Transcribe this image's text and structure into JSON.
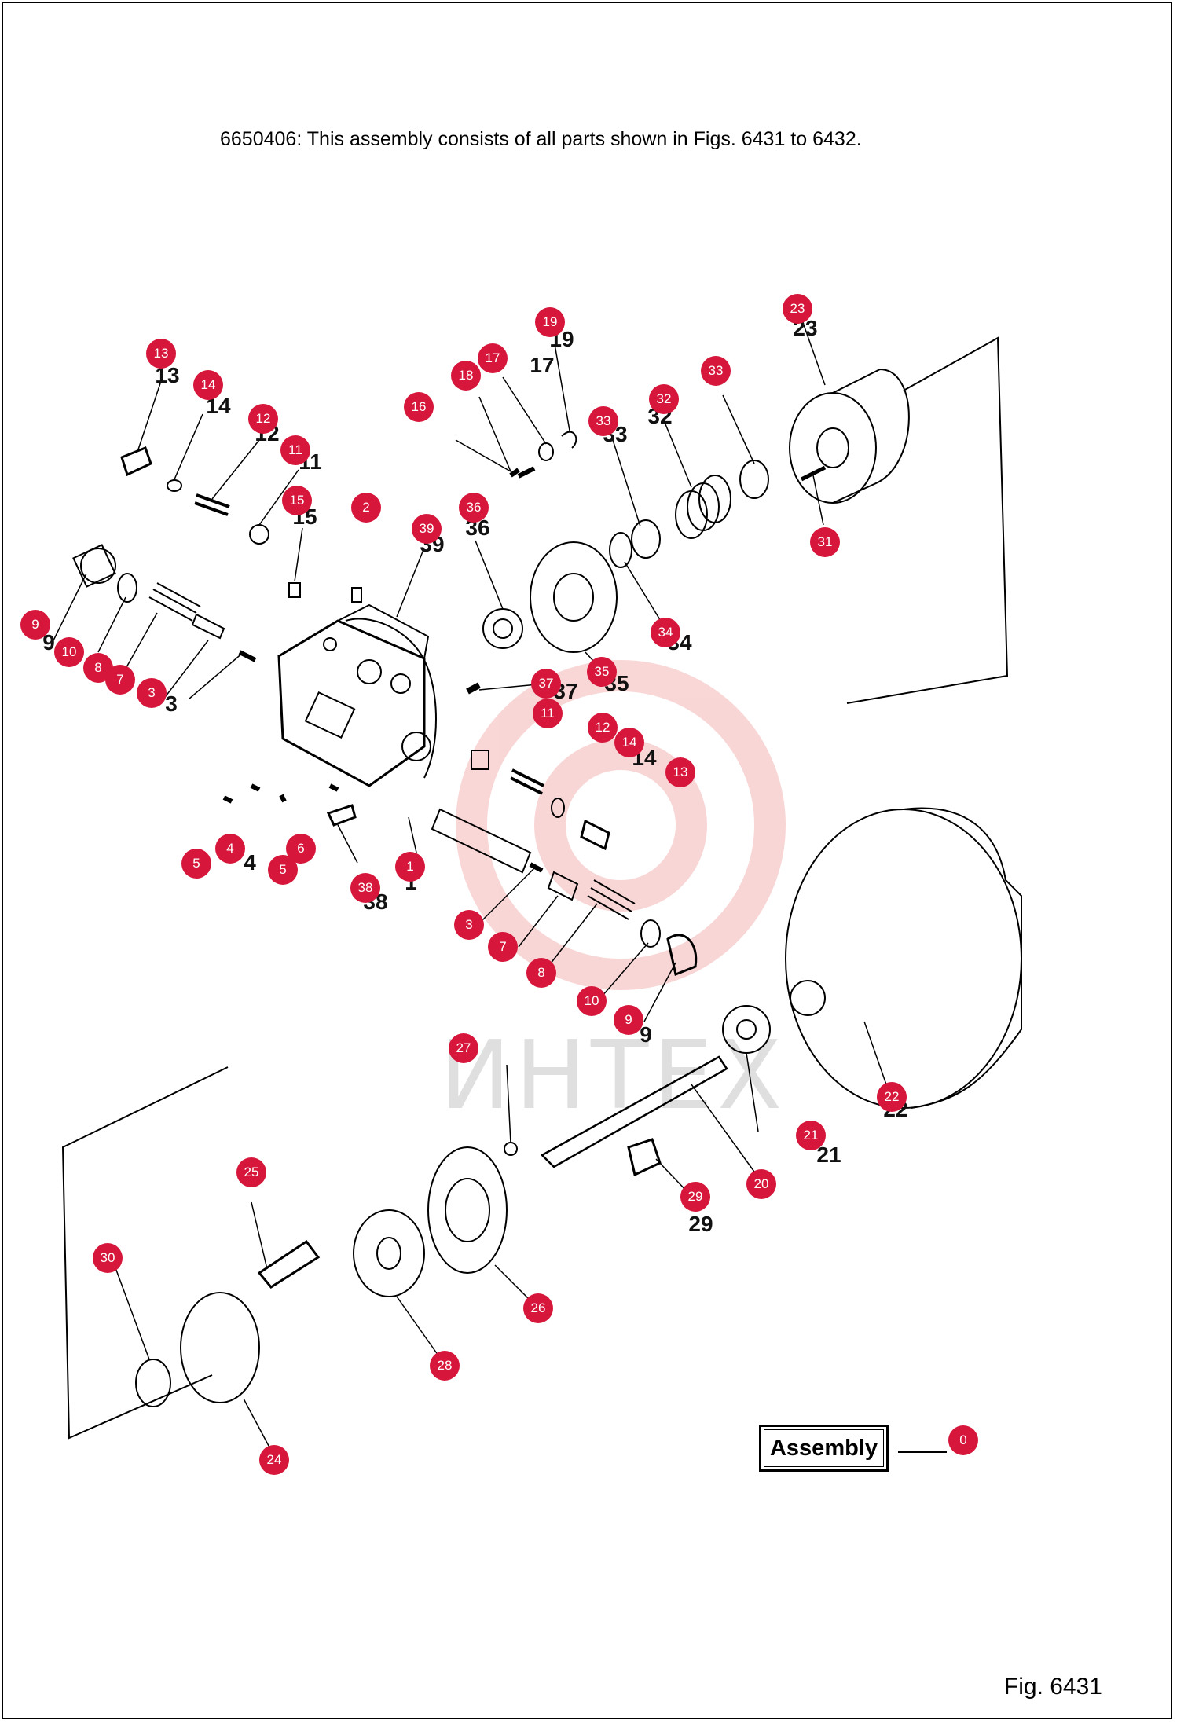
{
  "caption": "6650406: This assembly consists of all parts shown in Figs. 6431 to 6432.",
  "figure_label": "Fig. 6431",
  "assembly": {
    "label": "Assembly",
    "callout": "0"
  },
  "watermark_text": "ИНТЕХ",
  "callout_color": "#d6163a",
  "callouts": [
    "13",
    "14",
    "12",
    "11",
    "15",
    "2",
    "39",
    "36",
    "16",
    "18",
    "17",
    "19",
    "33",
    "32",
    "33",
    "23",
    "31",
    "34",
    "35",
    "9",
    "10",
    "8",
    "7",
    "3",
    "37",
    "11",
    "12",
    "14",
    "13",
    "1",
    "4",
    "6",
    "5",
    "5",
    "38",
    "3",
    "7",
    "8",
    "10",
    "9",
    "27",
    "21",
    "22",
    "20",
    "29",
    "25",
    "26",
    "28",
    "30",
    "24"
  ],
  "part_labels": [
    "13",
    "14",
    "12",
    "11",
    "15",
    "39",
    "36",
    "17",
    "19",
    "33",
    "32",
    "23",
    "9",
    "3",
    "34",
    "35",
    "37",
    "1",
    "14",
    "4",
    "38",
    "9",
    "21",
    "29",
    "22"
  ]
}
